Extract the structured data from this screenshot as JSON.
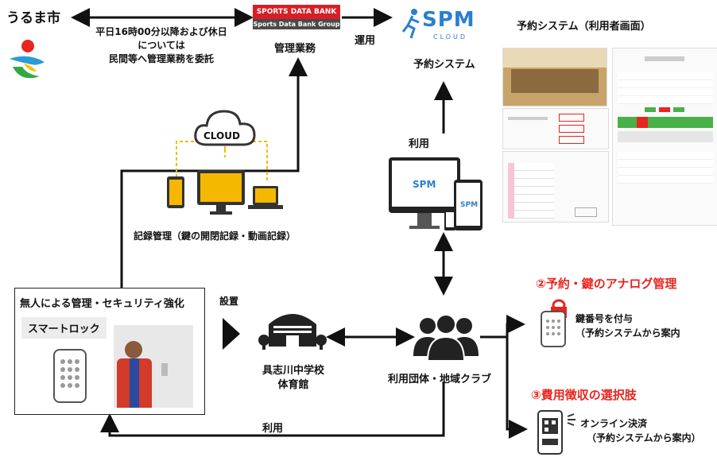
{
  "city": {
    "name": "うるま市"
  },
  "delegation": {
    "line1": "平日16時00分以降および休日",
    "line2": "については",
    "line3": "民間等へ管理業務を委託"
  },
  "sdb": {
    "logo_text": "SPORTS DATA BANK",
    "group_text": "Sports Data Bank Group",
    "label": "管理業務"
  },
  "operate_label": "運用",
  "spm": {
    "logo_text": "SPM",
    "sub_text": "CLOUD",
    "label": "予約システム"
  },
  "system_title": "予約システム（利用者画面）",
  "cloud_label": "CLOUD",
  "record_label": "記録管理（鍵の開閉記録・動画記録）",
  "use_label_top": "利用",
  "use_label_bottom": "利用",
  "install_label": "設置",
  "box": {
    "title": "無人による管理・セキュリティ強化",
    "smartlock": "スマートロック"
  },
  "gym": {
    "line1": "具志川中学校",
    "line2": "体育館"
  },
  "club_label": "利用団体・地域クラブ",
  "option2": {
    "title": "②予約・鍵のアナログ管理",
    "line1": "鍵番号を付与",
    "line2": "（予約システムから案内"
  },
  "option3": {
    "title": "③費用徴収の選択肢",
    "line1": "オンライン決済",
    "line2": "（予約システムから案内）"
  },
  "colors": {
    "accent_red": "#e8251e",
    "device_yellow": "#f5b800",
    "sdb_red": "#d81f26"
  }
}
